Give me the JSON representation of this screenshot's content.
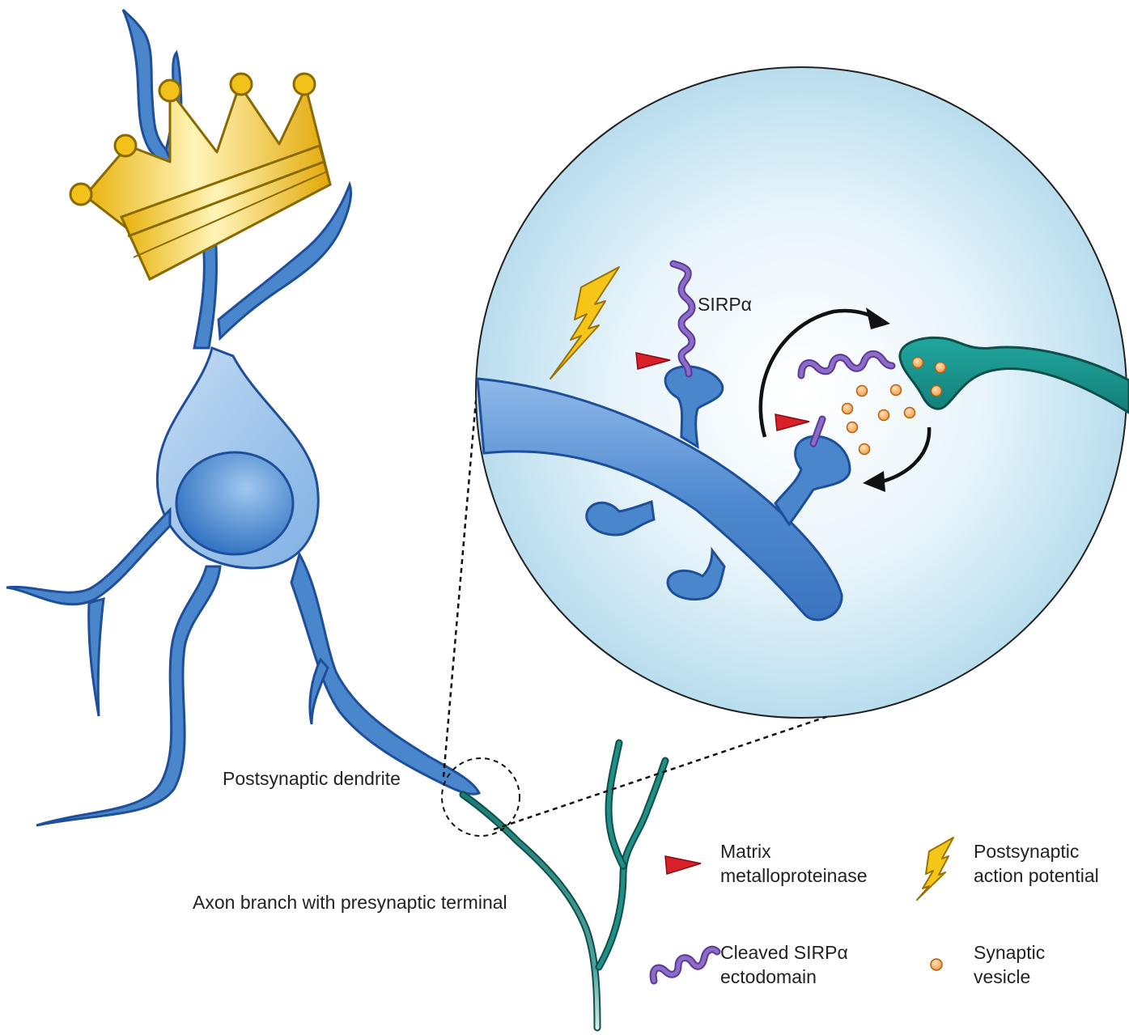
{
  "labels": {
    "sirp": "SIRPα",
    "postsynaptic_dendrite": "Postsynaptic dendrite",
    "axon_branch": "Axon branch with presynaptic terminal"
  },
  "legend": {
    "mmp_line1": "Matrix",
    "mmp_line2": "metalloproteinase",
    "ap_line1": "Postsynaptic",
    "ap_line2": "action potential",
    "cleaved_line1": "Cleaved SIRPα",
    "cleaved_line2": "ectodomain",
    "vesicle_line1": "Synaptic",
    "vesicle_line2": "vesicle"
  },
  "colors": {
    "neuron_blue": "#4a86cc",
    "neuron_outline": "#1f4f9a",
    "axon_teal": "#1f7f7a",
    "sirp_purple": "#7b58b8",
    "mmp_red": "#d8202a",
    "vesicle_orange": "#f0a050",
    "lightning_yellow": "#f5c518",
    "crown_gold": "#f2c21a",
    "magnifier_fill": "#d9eef7"
  }
}
